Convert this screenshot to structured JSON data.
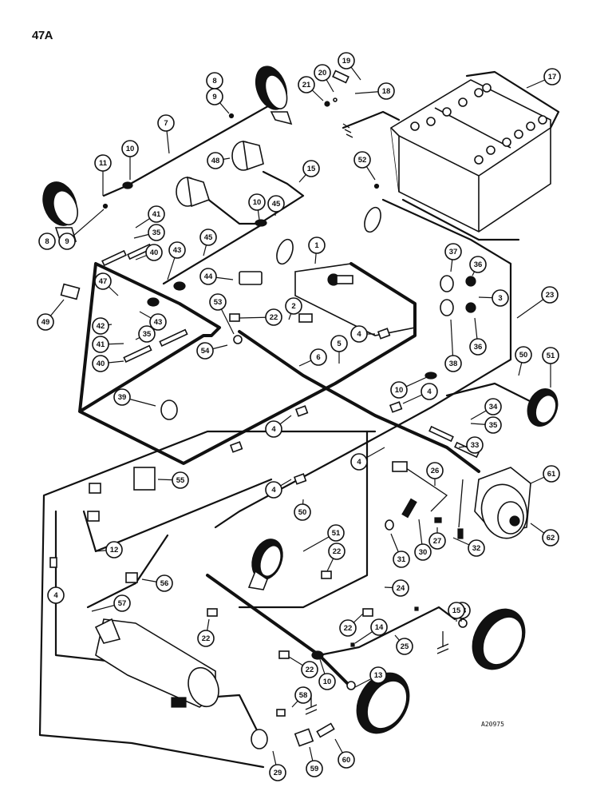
{
  "page": {
    "title": "47A",
    "reference_code": "A20975"
  },
  "diagram": {
    "type": "exploded wiring harness parts diagram",
    "callouts": [
      {
        "id": "c1",
        "label": "1"
      },
      {
        "id": "c2",
        "label": "2"
      },
      {
        "id": "c3",
        "label": "3"
      },
      {
        "id": "c4a",
        "label": "4"
      },
      {
        "id": "c4b",
        "label": "4"
      },
      {
        "id": "c4c",
        "label": "4"
      },
      {
        "id": "c4d",
        "label": "4"
      },
      {
        "id": "c4e",
        "label": "4"
      },
      {
        "id": "c4f",
        "label": "4"
      },
      {
        "id": "c5",
        "label": "5"
      },
      {
        "id": "c6",
        "label": "6"
      },
      {
        "id": "c7",
        "label": "7"
      },
      {
        "id": "c8a",
        "label": "8"
      },
      {
        "id": "c9a",
        "label": "9"
      },
      {
        "id": "c8b",
        "label": "8"
      },
      {
        "id": "c9b",
        "label": "9"
      },
      {
        "id": "c10a",
        "label": "10"
      },
      {
        "id": "c10b",
        "label": "10"
      },
      {
        "id": "c10c",
        "label": "10"
      },
      {
        "id": "c10d",
        "label": "10"
      },
      {
        "id": "c11",
        "label": "11"
      },
      {
        "id": "c12",
        "label": "12"
      },
      {
        "id": "c13a",
        "label": "13"
      },
      {
        "id": "c13b",
        "label": "13"
      },
      {
        "id": "c14",
        "label": "14"
      },
      {
        "id": "c15a",
        "label": "15"
      },
      {
        "id": "c15b",
        "label": "15"
      },
      {
        "id": "c17",
        "label": "17"
      },
      {
        "id": "c18",
        "label": "18"
      },
      {
        "id": "c19",
        "label": "19"
      },
      {
        "id": "c20",
        "label": "20"
      },
      {
        "id": "c21",
        "label": "21"
      },
      {
        "id": "c22a",
        "label": "22"
      },
      {
        "id": "c22b",
        "label": "22"
      },
      {
        "id": "c22c",
        "label": "22"
      },
      {
        "id": "c22d",
        "label": "22"
      },
      {
        "id": "c22e",
        "label": "22"
      },
      {
        "id": "c23",
        "label": "23"
      },
      {
        "id": "c24",
        "label": "24"
      },
      {
        "id": "c25",
        "label": "25"
      },
      {
        "id": "c26",
        "label": "26"
      },
      {
        "id": "c27",
        "label": "27"
      },
      {
        "id": "c29",
        "label": "29"
      },
      {
        "id": "c30",
        "label": "30"
      },
      {
        "id": "c31",
        "label": "31"
      },
      {
        "id": "c32",
        "label": "32"
      },
      {
        "id": "c33",
        "label": "33"
      },
      {
        "id": "c34",
        "label": "34"
      },
      {
        "id": "c35a",
        "label": "35"
      },
      {
        "id": "c35b",
        "label": "35"
      },
      {
        "id": "c35c",
        "label": "35"
      },
      {
        "id": "c36a",
        "label": "36"
      },
      {
        "id": "c36b",
        "label": "36"
      },
      {
        "id": "c37",
        "label": "37"
      },
      {
        "id": "c38",
        "label": "38"
      },
      {
        "id": "c39",
        "label": "39"
      },
      {
        "id": "c40a",
        "label": "40"
      },
      {
        "id": "c40b",
        "label": "40"
      },
      {
        "id": "c41a",
        "label": "41"
      },
      {
        "id": "c41b",
        "label": "41"
      },
      {
        "id": "c42",
        "label": "42"
      },
      {
        "id": "c43a",
        "label": "43"
      },
      {
        "id": "c43b",
        "label": "43"
      },
      {
        "id": "c44",
        "label": "44"
      },
      {
        "id": "c45a",
        "label": "45"
      },
      {
        "id": "c45b",
        "label": "45"
      },
      {
        "id": "c47",
        "label": "47"
      },
      {
        "id": "c48",
        "label": "48"
      },
      {
        "id": "c49",
        "label": "49"
      },
      {
        "id": "c50a",
        "label": "50"
      },
      {
        "id": "c50b",
        "label": "50"
      },
      {
        "id": "c51a",
        "label": "51"
      },
      {
        "id": "c51b",
        "label": "51"
      },
      {
        "id": "c52",
        "label": "52"
      },
      {
        "id": "c53",
        "label": "53"
      },
      {
        "id": "c54",
        "label": "54"
      },
      {
        "id": "c55",
        "label": "55"
      },
      {
        "id": "c56",
        "label": "56"
      },
      {
        "id": "c57",
        "label": "57"
      },
      {
        "id": "c58",
        "label": "58"
      },
      {
        "id": "c59",
        "label": "59"
      },
      {
        "id": "c60",
        "label": "60"
      },
      {
        "id": "c61",
        "label": "61"
      },
      {
        "id": "c62",
        "label": "62"
      }
    ]
  }
}
